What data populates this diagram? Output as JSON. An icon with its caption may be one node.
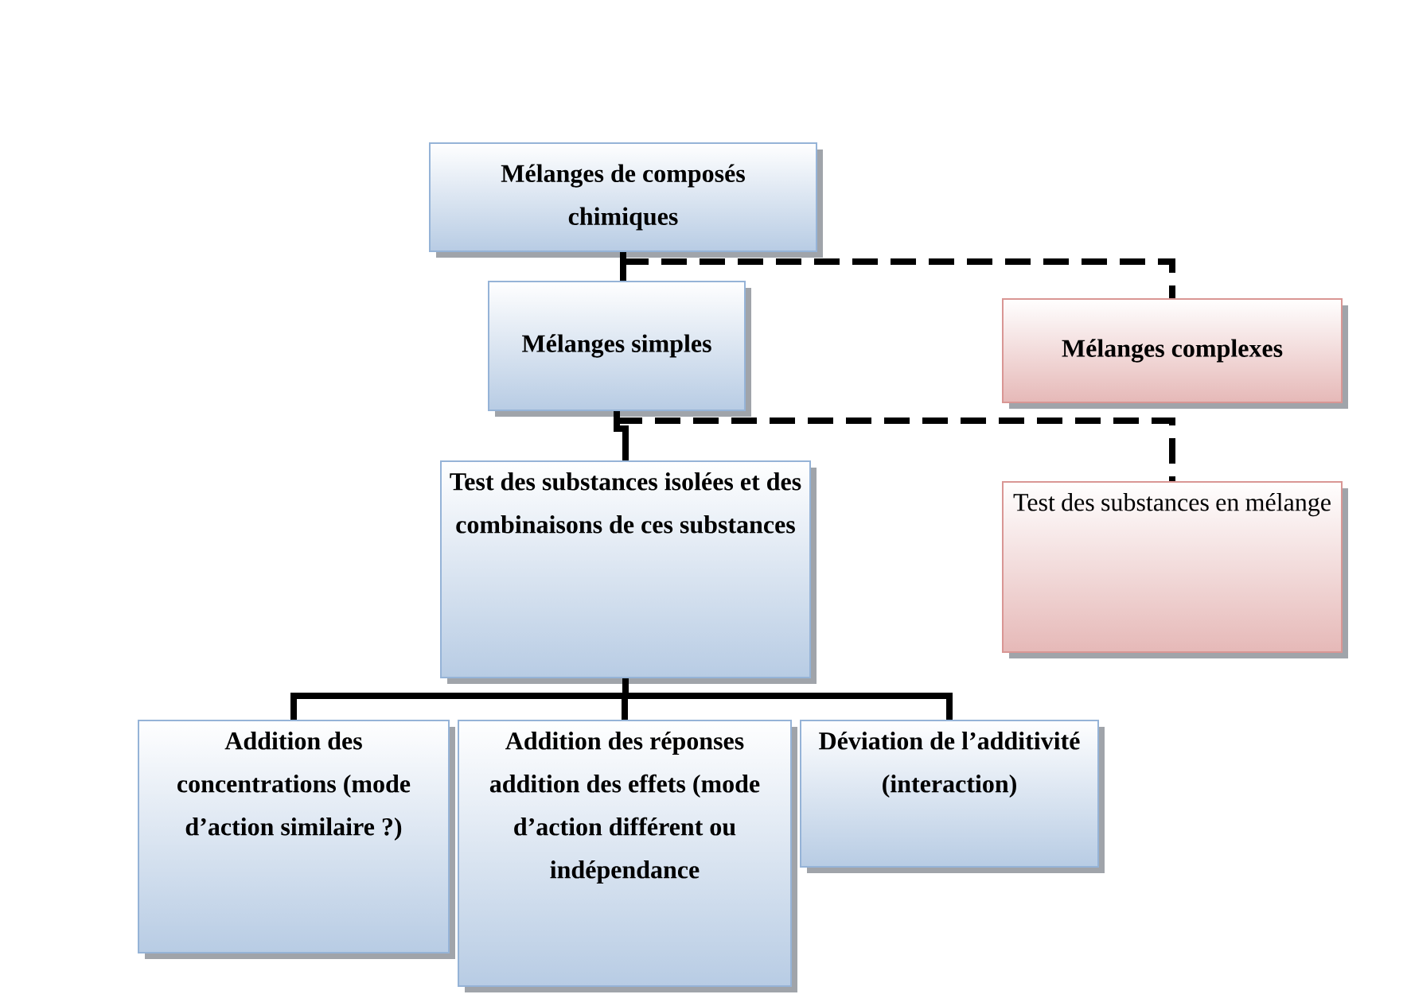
{
  "diagram": {
    "nodes": [
      {
        "text": [
          "Mélanges de composés chimiques"
        ]
      },
      {
        "text": [
          "Mélanges simples"
        ]
      },
      {
        "text": [
          "Mélanges complexes"
        ]
      },
      {
        "text": [
          "Test des substances isolées et des combinaisons de ces substances"
        ]
      },
      {
        "text": [
          "Test des substances en mélange"
        ]
      },
      {
        "text": [
          "Addition des concentrations (mode d’action similaire ?)"
        ]
      },
      {
        "text": [
          "Addition des réponses addition des effets (mode d’action différent ou indépendance"
        ]
      },
      {
        "text": [
          "Déviation de l’additivité (interaction)"
        ]
      }
    ],
    "edges": [
      {
        "from": 0,
        "to": 1,
        "arrow": "none"
      },
      {
        "from": 0,
        "to": 2,
        "arrow": "none",
        "style": "dashed"
      },
      {
        "from": 1,
        "to": 3,
        "arrow": "none"
      },
      {
        "from": 1,
        "to": 4,
        "arrow": "none",
        "style": "dashed"
      },
      {
        "from": 3,
        "to": 5,
        "arrow": "none"
      },
      {
        "from": 3,
        "to": 6,
        "arrow": "none"
      },
      {
        "from": 3,
        "to": 7,
        "arrow": "none"
      }
    ]
  }
}
